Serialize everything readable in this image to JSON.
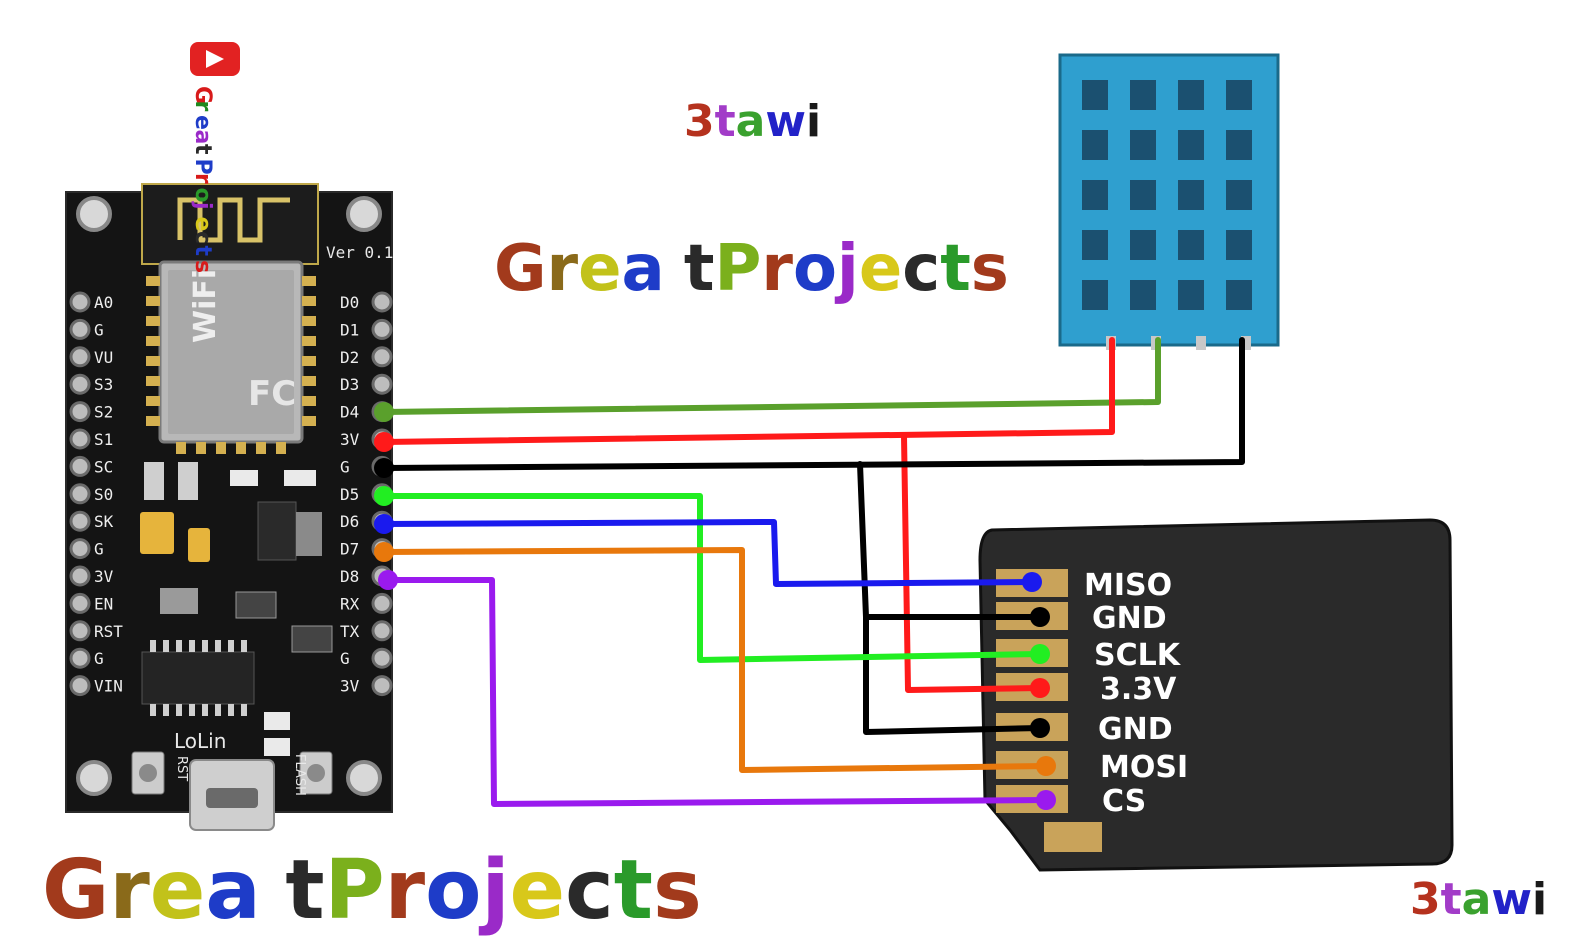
{
  "watermarks": {
    "brand_small": [
      "3",
      "t",
      "a",
      "w",
      "i"
    ],
    "brand_colors": [
      "#b5321e",
      "#a23cc8",
      "#3aa12e",
      "#2222c8",
      "#1a1a1a"
    ],
    "headline_words": [
      "Great",
      "Projects"
    ],
    "headline_letters": [
      "G",
      "r",
      "e",
      "a",
      "t",
      "P",
      "r",
      "o",
      "j",
      "e",
      "c",
      "t",
      "s"
    ],
    "headline_colors": [
      "#a23a1c",
      "#8a6a1a",
      "#c2c21a",
      "#1e3cc8",
      "#2a2a2a",
      "#7bb01c",
      "#a23a1c",
      "#1e3cc8",
      "#9a2ac8",
      "#d8c81a",
      "#2a2a2a",
      "#2a9a2a",
      "#a23a1c"
    ],
    "youtube_vertical": [
      "G",
      "r",
      "e",
      "a",
      "t",
      "P",
      "r",
      "o",
      "j",
      "e",
      "c",
      "t",
      "s"
    ],
    "youtube_vertical_colors": [
      "#d81a1a",
      "#1e8a1e",
      "#1e3cc8",
      "#9a2ac8",
      "#2a2a2a",
      "#1e3cc8",
      "#d81a1a",
      "#2a9a2a",
      "#9a2ac8",
      "#d8c81a",
      "#2a2a2a",
      "#1e3cc8",
      "#d81a1a"
    ]
  },
  "nodemcu": {
    "version_label": "Ver 0.1",
    "wifi_label": "WiFi",
    "brand_label": "LoLin",
    "rst_label": "RST",
    "flash_label": "FLASH",
    "left_pins": [
      "A0",
      "G",
      "VU",
      "S3",
      "S2",
      "S1",
      "SC",
      "S0",
      "SK",
      "G",
      "3V",
      "EN",
      "RST",
      "G",
      "VIN"
    ],
    "right_pins": [
      "D0",
      "D1",
      "D2",
      "D3",
      "D4",
      "3V",
      "G",
      "D5",
      "D6",
      "D7",
      "D8",
      "RX",
      "TX",
      "G",
      "3V"
    ]
  },
  "sd_card": {
    "pins": [
      "MISO",
      "GND",
      "SCLK",
      "3.3V",
      "GND",
      "MOSI",
      "CS"
    ]
  },
  "wire_colors": {
    "data": "#5aa02c",
    "power": "#ff1a1a",
    "ground": "#000000",
    "sclk": "#22ee22",
    "miso": "#1a1aee",
    "mosi": "#e8780c",
    "cs": "#9a1aee"
  }
}
